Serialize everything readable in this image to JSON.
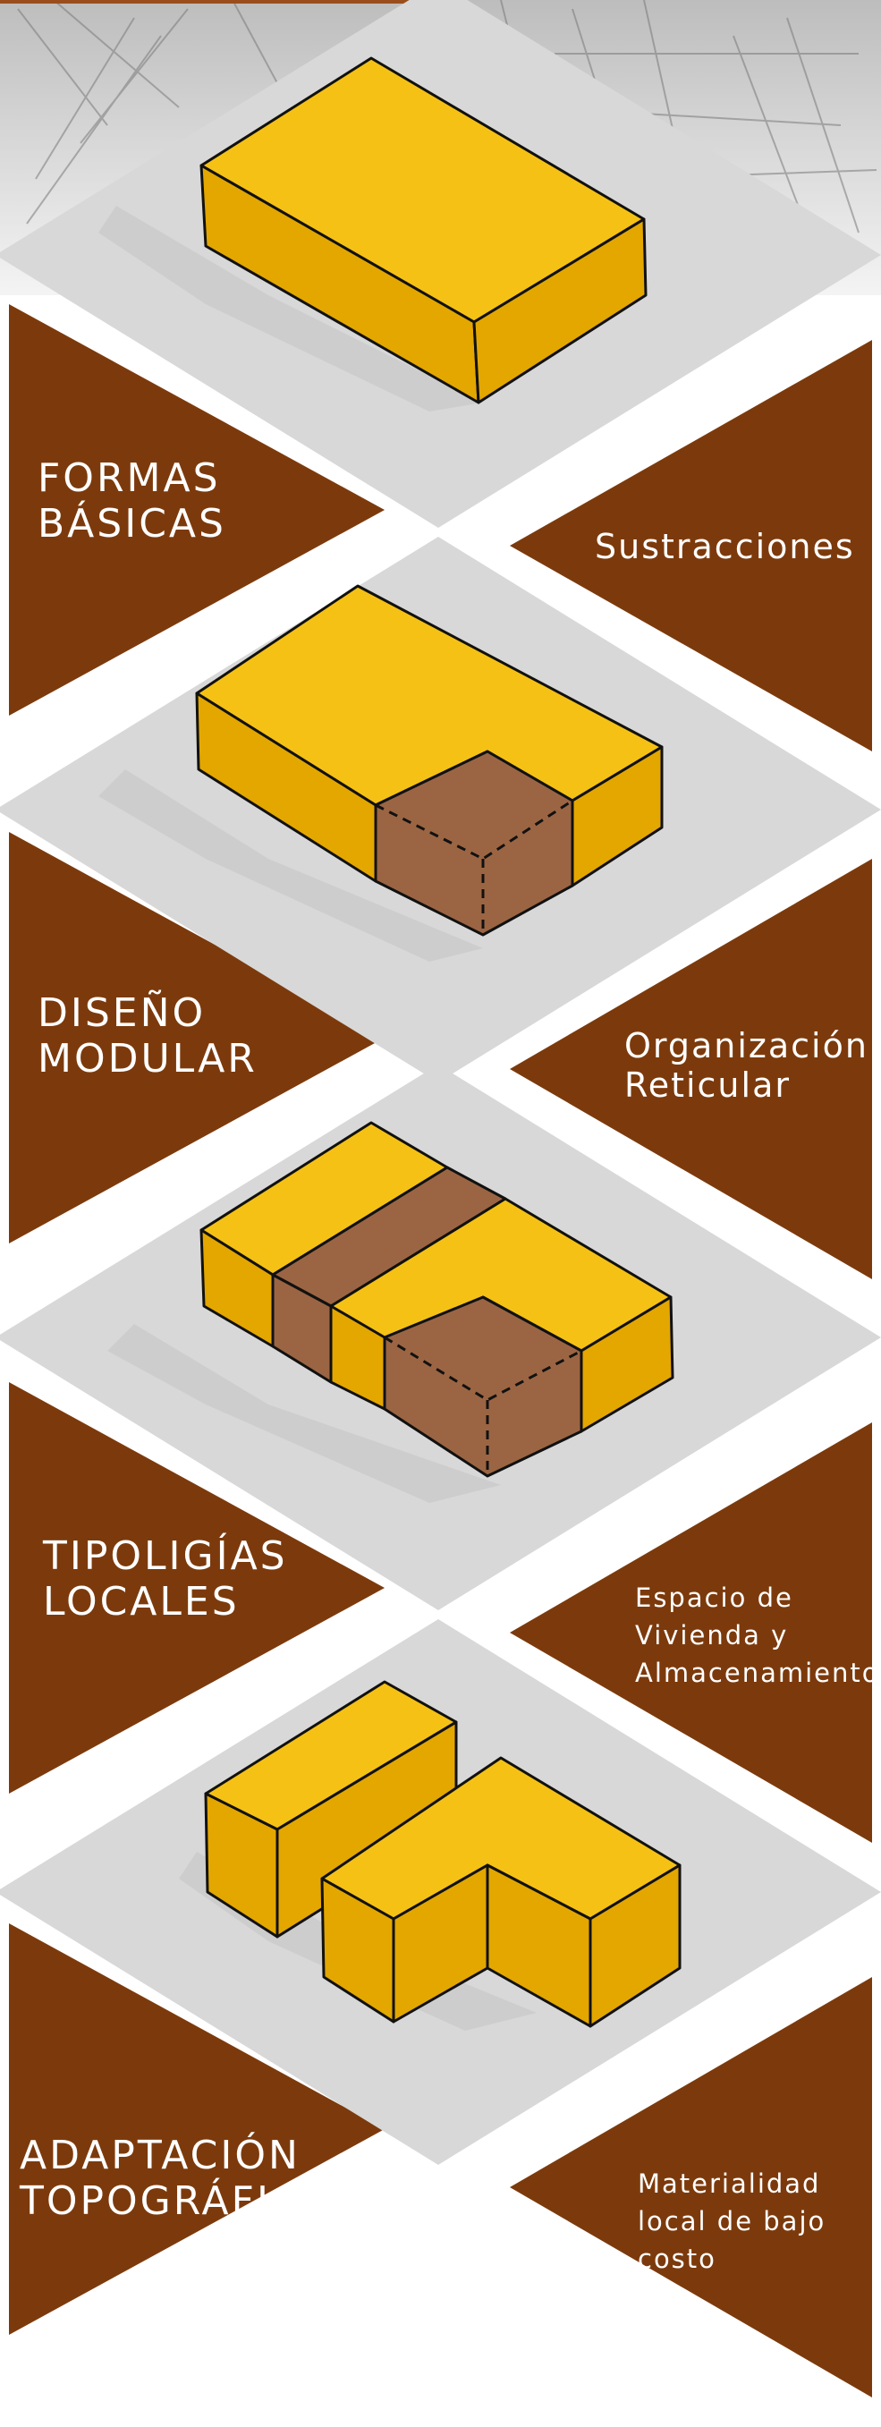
{
  "labels": {
    "formas_basicas": "FORMAS\nBÁSICAS",
    "sustracciones": "Sustracciones",
    "diseno_modular": "DISEÑO\nMODULAR",
    "organizacion_reticular": "Organización\nReticular",
    "tipologias_locales": "TIPOLIGÍAS\nLOCALES",
    "espacio_vivienda": "Espacio de\nVivienda y\nAlmacenamiento",
    "adaptacion_topografica": "ADAPTACIÓN\nTOPOGRÁFICA",
    "materialidad_local": "Materialidad\nlocal de bajo\ncosto"
  },
  "colors": {
    "brown": "#7c3a0c",
    "yellow": "#f5c115",
    "yellow_side": "#e3a700",
    "subtracted": "#9b6543",
    "platform": "#d8d8d8"
  }
}
